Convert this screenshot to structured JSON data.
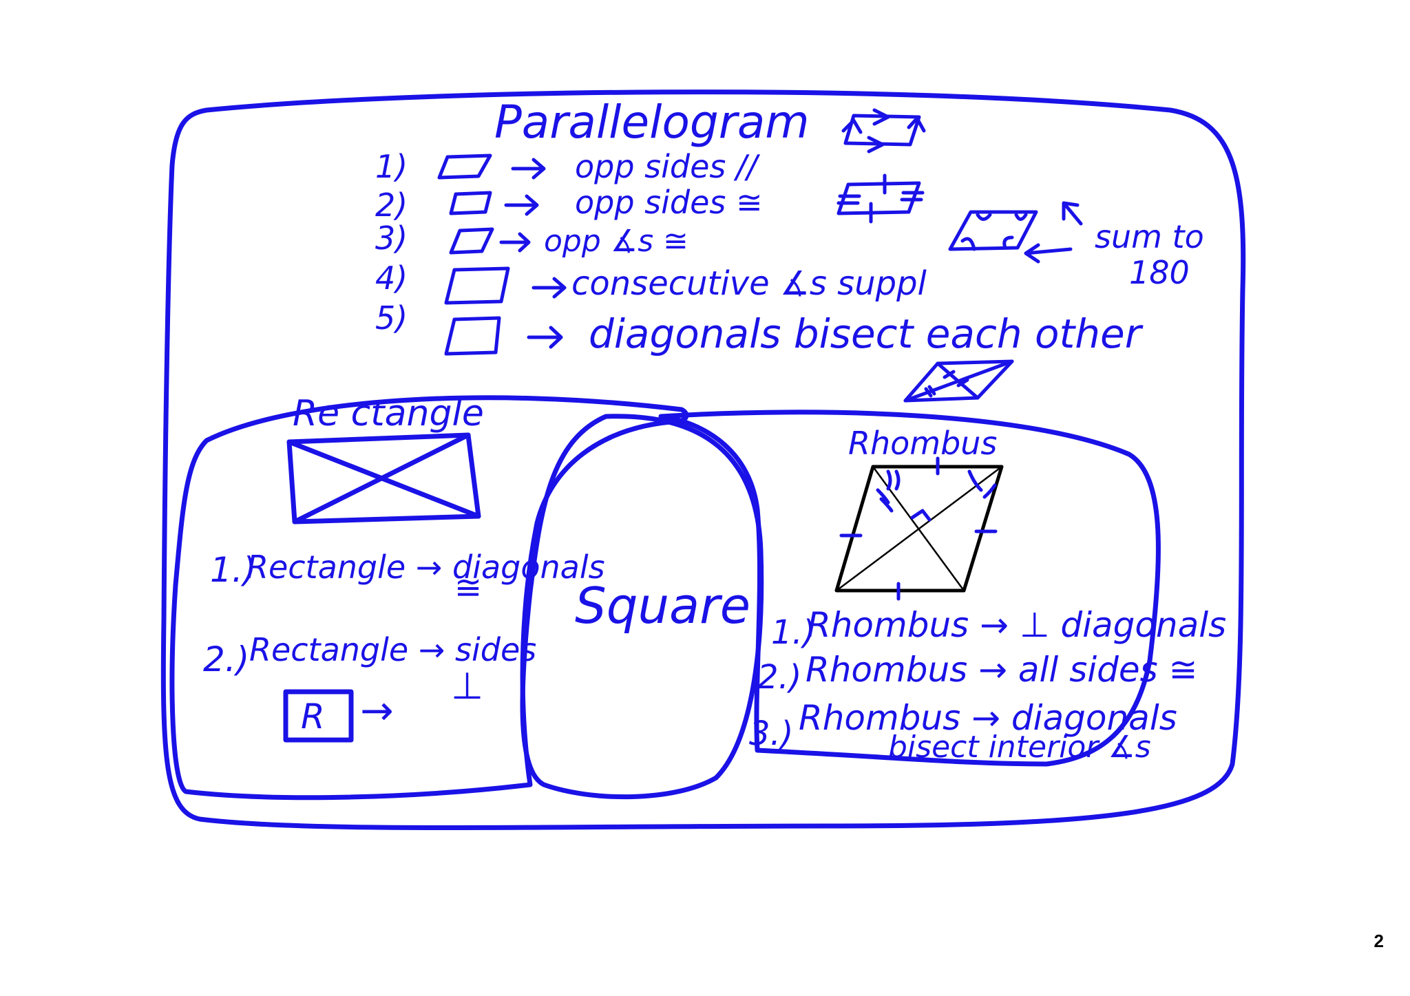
{
  "colors": {
    "ink": "#1a12e6",
    "figure": "#000000",
    "background": "#ffffff"
  },
  "parallelogram": {
    "title": "Parallelogram",
    "properties": [
      {
        "number": "1)",
        "text": "opp sides //"
      },
      {
        "number": "2)",
        "text": "opp sides ≅"
      },
      {
        "number": "3)",
        "text": "opp ∡s ≅"
      },
      {
        "number": "4)",
        "text": "consecutive ∡s suppl"
      },
      {
        "number": "5)",
        "text": "diagonals bisect each other"
      }
    ],
    "sum_note": {
      "line1": "sum to",
      "line2": "180"
    }
  },
  "rectangle": {
    "title": "Re ctangle",
    "properties": [
      {
        "number": "1.)",
        "text": "Rectangle → diagonals"
      },
      {
        "number": "2.)",
        "text": "Rectangle → sides"
      }
    ],
    "congruent_symbol": "≅",
    "perpendicular_symbol": "⊥",
    "box_letter": "R",
    "arrow": "→"
  },
  "square": {
    "title": "Square"
  },
  "rhombus": {
    "title": "Rhombus",
    "properties": [
      {
        "number": "1.)",
        "text": "Rhombus → ⊥ diagonals"
      },
      {
        "number": "2.)",
        "text": "Rhombus → all sides ≅"
      },
      {
        "number": "3.)",
        "text": "Rhombus → diagonals"
      }
    ],
    "property_3_line2": "bisect interior ∡s"
  },
  "page": {
    "number": "2"
  }
}
